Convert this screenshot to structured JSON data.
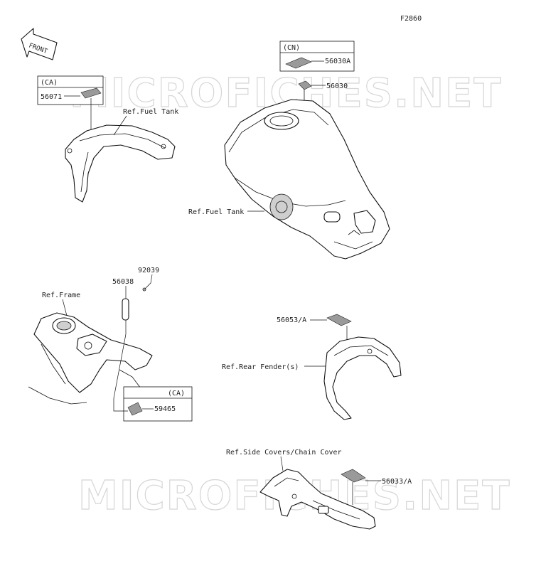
{
  "diagram_id": "F2860",
  "front_label": "FRONT",
  "watermarks": [
    "MICROFICHES.NET",
    "MICROFICHES.NET"
  ],
  "labels": {
    "ca_box_1_tag": "(CA)",
    "part_56071": "56071",
    "ref_fuel_tank_1": "Ref.Fuel Tank",
    "cn_box_tag": "(CN)",
    "part_56030a": "56030A",
    "part_56030": "56030",
    "ref_fuel_tank_2": "Ref.Fuel Tank",
    "part_92039": "92039",
    "part_56038": "56038",
    "ref_frame": "Ref.Frame",
    "ca_box_2_tag": "(CA)",
    "part_59465": "59465",
    "part_56053a": "56053/A",
    "ref_rear_fender": "Ref.Rear Fender(s)",
    "ref_side_covers": "Ref.Side Covers/Chain Cover",
    "part_56033a": "56033/A"
  }
}
